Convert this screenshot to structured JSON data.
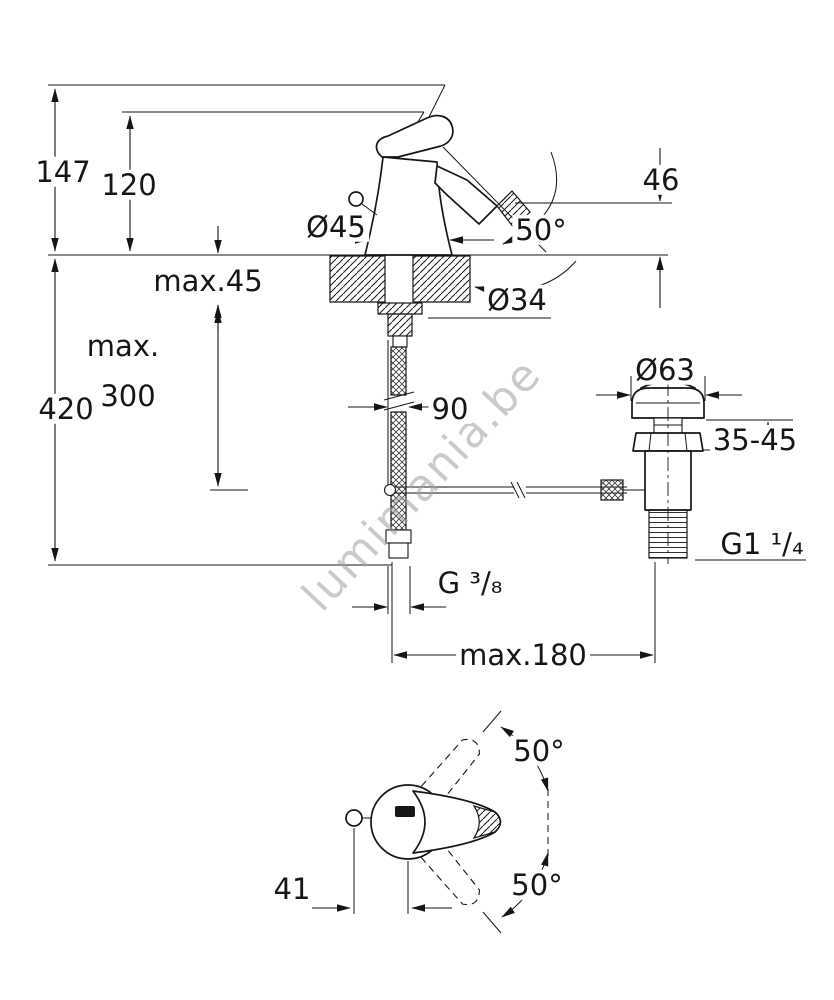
{
  "watermark": {
    "text": "lumimania.be"
  },
  "colors": {
    "line": "#161616",
    "watermark": "#9f9f9f",
    "background": "#ffffff"
  },
  "labels": {
    "height_total": "147",
    "height_spout": "120",
    "base_dia": "Ø45",
    "spout_angle": "50°",
    "spout_height": "46",
    "deck_thickness": "max.45",
    "hole_dia": "Ø34",
    "max_word": "max.",
    "max_value": "300",
    "hose_length": "420",
    "hose_offset": "90",
    "waste_dia": "Ø63",
    "clamp_range": "35-45",
    "waste_thread": "G1 ¹/₄",
    "hose_thread": "G ³/₈",
    "rod_reach": "max.180",
    "swing_upper": "50°",
    "knob_offset": "41",
    "swing_lower": "50°"
  }
}
